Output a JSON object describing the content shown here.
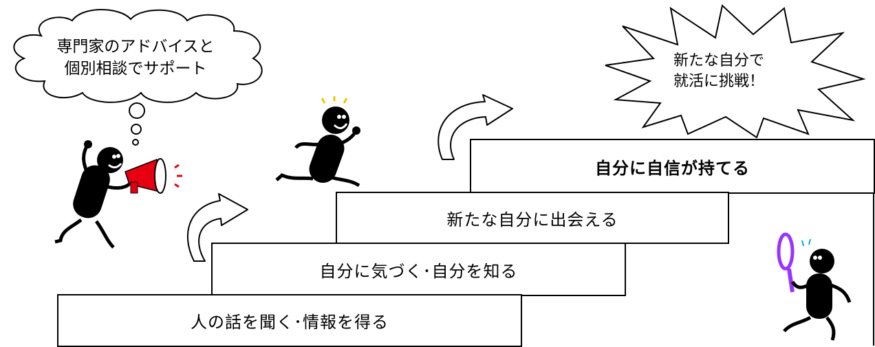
{
  "thought_bubble": {
    "line1": "専門家のアドバイスと",
    "line2": "個別相談でサポート"
  },
  "burst": {
    "line1": "新たな自分で",
    "line2": "就活に挑戦！"
  },
  "steps": [
    {
      "label": "人の話を聞く･情報を得る"
    },
    {
      "label": "自分に気づく･自分を知る"
    },
    {
      "label": "新たな自分に出会える"
    },
    {
      "label": "自分に自信が持てる"
    }
  ],
  "colors": {
    "megaphone": "#e60012",
    "magnifier": "#9933ff",
    "spark": "#e8c800"
  }
}
